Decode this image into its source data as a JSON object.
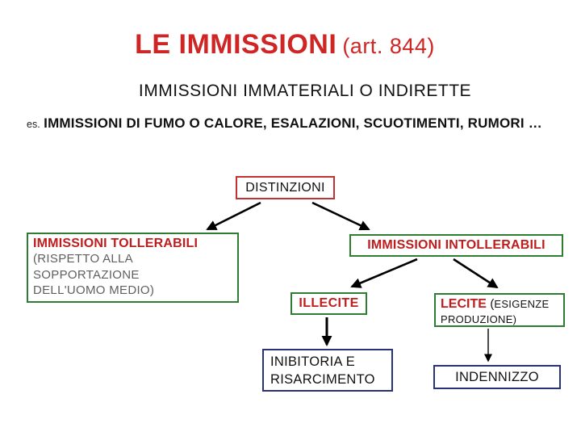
{
  "colors": {
    "title-red": "#cf2525",
    "label-red": "#bf1d1d",
    "border-red": "#c23232",
    "border-green": "#2e7d32",
    "border-navy": "#2a3178",
    "note-gray": "#5f5f5f",
    "text-black": "#111111"
  },
  "slide": {
    "title_main": "LE IMMISSIONI",
    "title_suffix": "(art. 844)",
    "subtitle": "IMMISSIONI IMMATERIALI O INDIRETTE",
    "example_prefix": "es.",
    "example_text": "IMMISSIONI DI FUMO O CALORE, ESALAZIONI, SCUOTIMENTI, RUMORI …"
  },
  "diagram": {
    "distinzioni_label": "DISTINZIONI",
    "tollerabili_title": "IMMISSIONI TOLLERABILI",
    "tollerabili_note_line1": "(RISPETTO ALLA",
    "tollerabili_note_line2": "SOPPORTAZIONE",
    "tollerabili_note_line3": "DELL'UOMO MEDIO)",
    "intollerabili_title": "IMMISSIONI INTOLLERABILI",
    "illecite_label": "ILLECITE",
    "lecite_title": "LECITE",
    "lecite_paren": "(",
    "lecite_note_line1": "ESIGENZE",
    "lecite_note_line2": "PRODUZIONE)",
    "inibitoria_line1": "INIBITORIA E",
    "inibitoria_line2": "RISARCIMENTO",
    "indennizzo_label": "INDENNIZZO"
  }
}
